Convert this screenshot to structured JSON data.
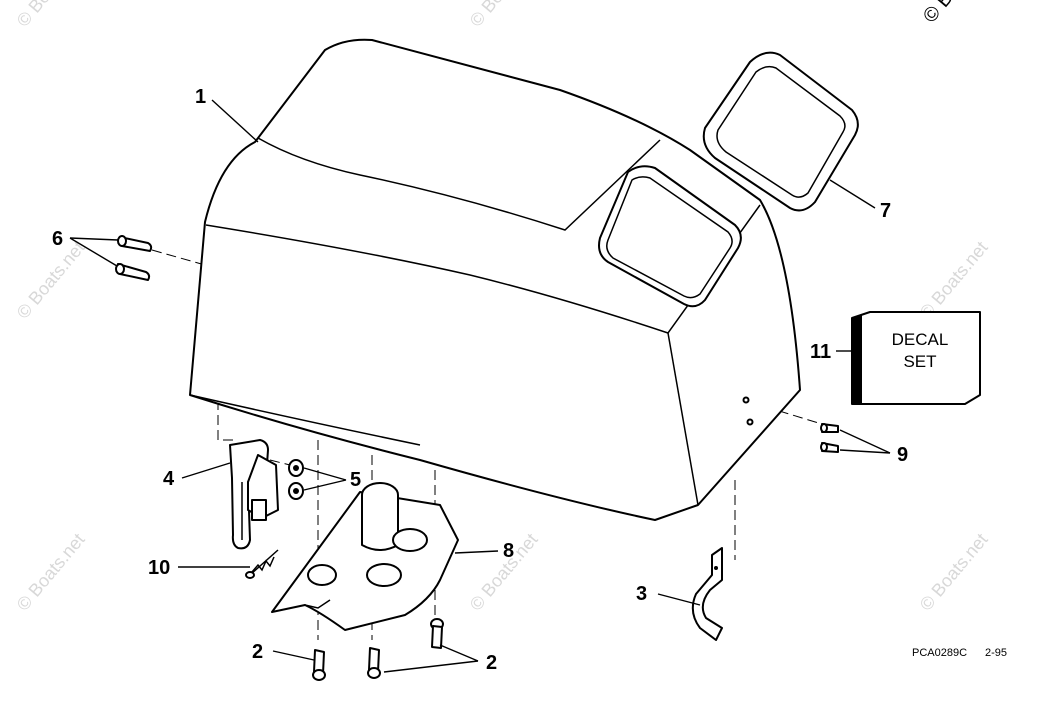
{
  "callouts": {
    "c1": "1",
    "c2a": "2",
    "c2b": "2",
    "c3": "3",
    "c4": "4",
    "c5": "5",
    "c6": "6",
    "c7": "7",
    "c8": "8",
    "c9": "9",
    "c10": "10",
    "c11": "11"
  },
  "decal": {
    "line1": "DECAL",
    "line2": "SET"
  },
  "drawing_code": "PCA0289C",
  "drawing_date": "2-95",
  "watermark": {
    "text": "© Boats.net",
    "corner": "© B"
  }
}
